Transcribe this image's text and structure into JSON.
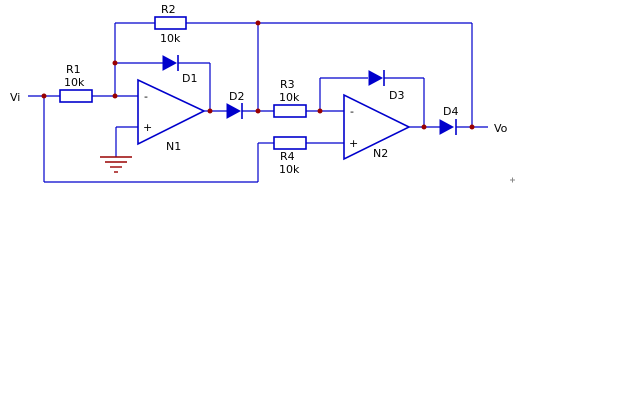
{
  "labels": {
    "vi": "Vi",
    "vo": "Vo",
    "r1_name": "R1",
    "r1_value": "10k",
    "r2_name": "R2",
    "r2_value": "10k",
    "r3_name": "R3",
    "r3_value": "10k",
    "r4_name": "R4",
    "r4_value": "10k",
    "d1": "D1",
    "d2": "D2",
    "d3": "D3",
    "d4": "D4",
    "n1": "N1",
    "n2": "N2",
    "minus": "-",
    "plus": "+"
  },
  "colors": {
    "wire": "#0000cc",
    "node": "#990000",
    "ground": "#990000",
    "text": "#000000"
  }
}
